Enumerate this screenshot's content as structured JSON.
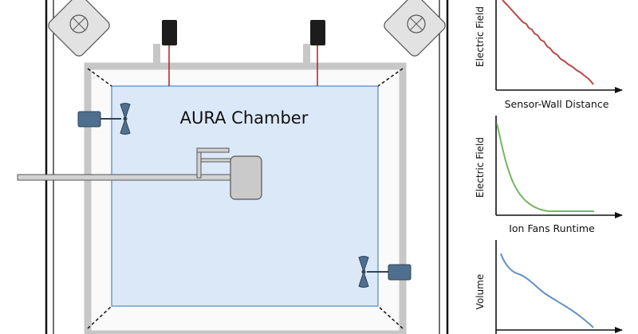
{
  "diagram": {
    "chamber_label": "AURA Chamber",
    "colors": {
      "chamber_fill": "#dbe8f7",
      "chamber_edge": "#5b8fd1",
      "frame_gray": "#c7c7c7",
      "sensor_wire": "#b71c1c",
      "device_blue": "#4f6f8f",
      "curve_red": "#b84a4a",
      "curve_green": "#73b75f",
      "curve_blue": "#6590c4"
    }
  },
  "plots": [
    {
      "ylabel": "Electric Field",
      "xlabel": "Sensor-Wall Distance",
      "shape": "noisy-decreasing",
      "color": "#b84a4a"
    },
    {
      "ylabel": "Electric Field",
      "xlabel": "Ion Fans Runtime",
      "shape": "exponential-decay",
      "color": "#73b75f"
    },
    {
      "ylabel": "Volume",
      "xlabel": "",
      "shape": "smooth-decreasing",
      "color": "#6590c4"
    }
  ]
}
